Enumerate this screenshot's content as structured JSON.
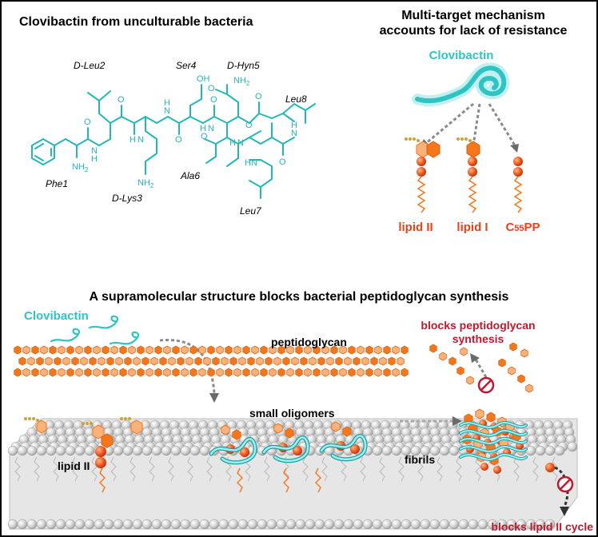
{
  "colors": {
    "teal": "#2ec4c4",
    "orange": "#f4771c",
    "orange_light": "#fbb27a",
    "lipid_red": "#e8421a",
    "dark_red": "#c0182e",
    "membrane": "#cfcfcf",
    "text": "#000000"
  },
  "panel_a": {
    "title": "Clovibactin from unculturable bacteria",
    "residues": {
      "d_leu2": "D-Leu2",
      "ser4": "Ser4",
      "d_hyn5": "D-Hyn5",
      "leu8": "Leu8",
      "phe1": "Phe1",
      "d_lys3": "D-Lys3",
      "ala6": "Ala6",
      "leu7": "Leu7"
    },
    "atoms": {
      "o": "O",
      "nh2": "NH",
      "sub2": "2",
      "n": "N",
      "h": "H",
      "oh": "OH"
    }
  },
  "panel_b": {
    "title_line1": "Multi-target mechanism",
    "title_line2": "accounts for lack of resistance",
    "clovibactin": "Clovibactin",
    "targets": {
      "lipid2": "lipid II",
      "lipid1": "lipid I",
      "c55pp_c": "C",
      "c55pp_sub": "55",
      "c55pp_pp": "PP"
    }
  },
  "panel_c": {
    "title": "A supramolecular structure blocks bacterial peptidoglycan synthesis",
    "clovibactin": "Clovibactin",
    "peptidoglycan": "peptidoglycan",
    "blocks_pg_line1": "blocks peptidoglycan",
    "blocks_pg_line2": "synthesis",
    "small_oligomers": "small oligomers",
    "lipid2": "lipid II",
    "fibrils": "fibrils",
    "blocks_lipid_cycle": "blocks lipid II cycle"
  }
}
